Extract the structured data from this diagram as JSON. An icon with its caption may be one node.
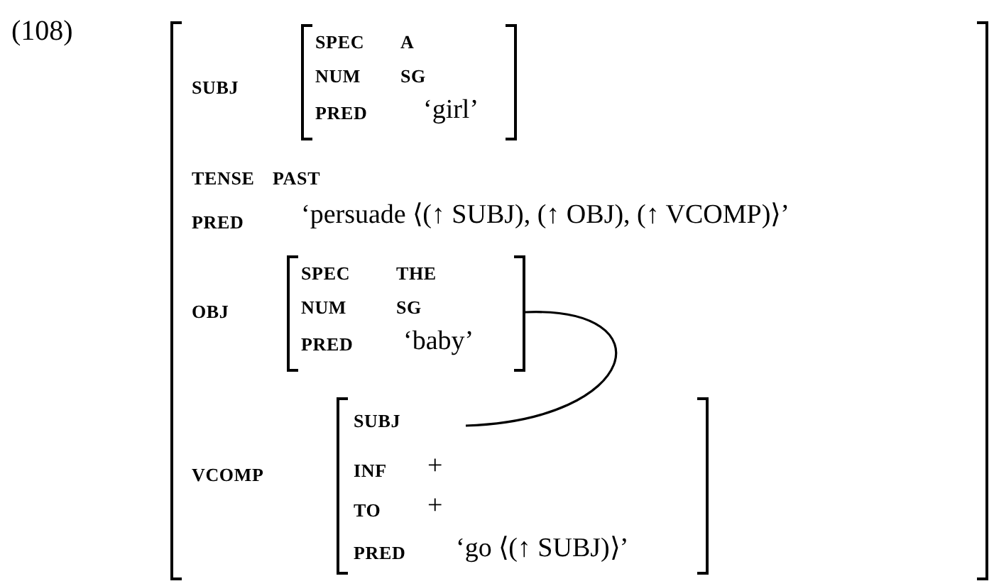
{
  "diagram": {
    "nodes": [
      {
        "text": [
          "SUBJ",
          "TENSE",
          "PAST",
          "PRED",
          "‘persuade ⟨(↑ SUBJ), (↑ OBJ), (↑ VCOMP)⟩’",
          "OBJ",
          "VCOMP"
        ]
      },
      {
        "text": [
          "SPEC",
          "A",
          "NUM",
          "SG",
          "PRED",
          "‘girl’"
        ],
        "in": 0
      },
      {
        "text": [
          "SPEC",
          "THE",
          "NUM",
          "SG",
          "PRED",
          "‘baby’"
        ],
        "in": 0
      },
      {
        "text": [
          "SUBJ",
          "INF",
          "+",
          "TO",
          "+",
          "PRED",
          "‘go ⟨(↑ SUBJ)⟩’"
        ],
        "in": 0
      }
    ],
    "edges": [
      {
        "from": 2,
        "to": 3,
        "arrow": "none"
      }
    ],
    "labels": [
      "(108)"
    ]
  }
}
